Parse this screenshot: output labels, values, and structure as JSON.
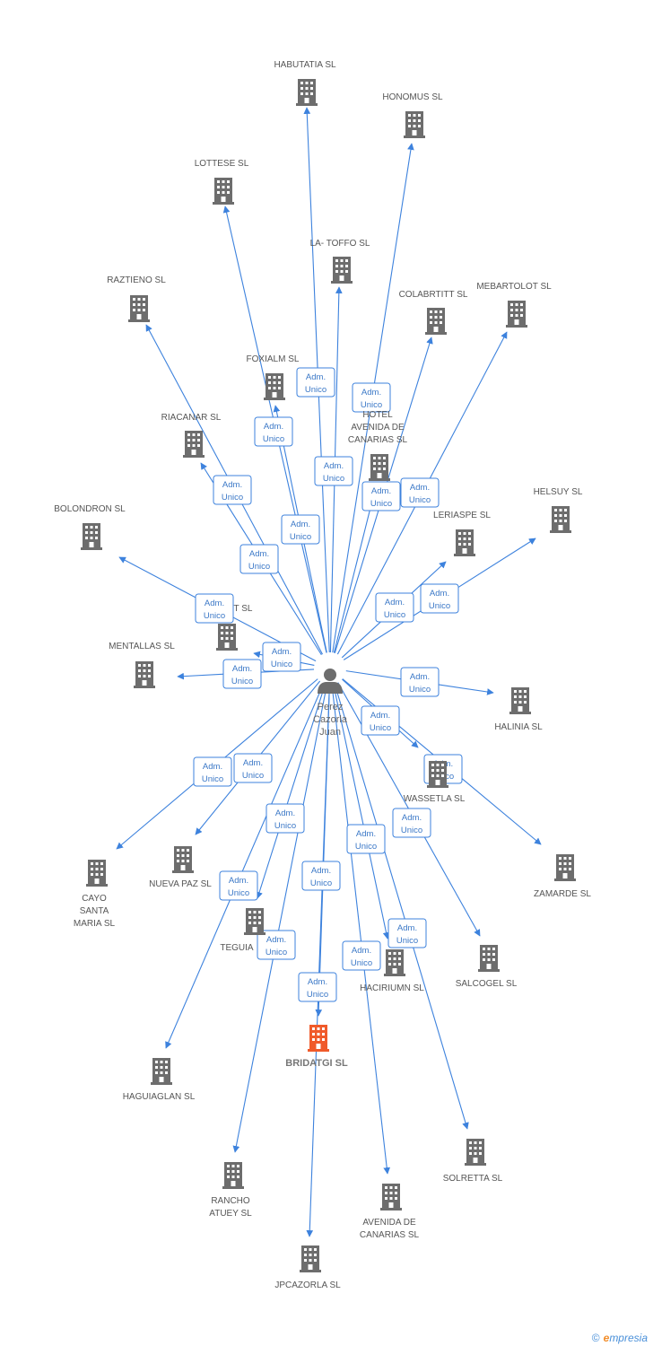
{
  "person": {
    "name_lines": [
      "Perez",
      "Cazorla",
      "Juan"
    ]
  },
  "role": [
    "Adm.",
    "Unico"
  ],
  "companies": [
    {
      "id": "habutatia",
      "lines": [
        "HABUTATIA SL"
      ]
    },
    {
      "id": "honomus",
      "lines": [
        "HONOMUS SL"
      ]
    },
    {
      "id": "lottese",
      "lines": [
        "LOTTESE SL"
      ]
    },
    {
      "id": "latoffo",
      "lines": [
        "LA- TOFFO SL"
      ]
    },
    {
      "id": "raztieno",
      "lines": [
        "RAZTIENO SL"
      ]
    },
    {
      "id": "colabrtitt",
      "lines": [
        "COLABRTITT SL"
      ]
    },
    {
      "id": "mebartolot",
      "lines": [
        "MEBARTOLOT SL"
      ]
    },
    {
      "id": "foxialm",
      "lines": [
        "FOXIALM SL"
      ]
    },
    {
      "id": "riacanar",
      "lines": [
        "RIACANAR SL"
      ]
    },
    {
      "id": "hotelavenida",
      "lines": [
        "HOTEL",
        "AVENIDA DE",
        "CANARIAS SL"
      ]
    },
    {
      "id": "helsuy",
      "lines": [
        "HELSUY SL"
      ]
    },
    {
      "id": "leriaspe",
      "lines": [
        "LERIASPE SL"
      ]
    },
    {
      "id": "bolondron",
      "lines": [
        "BOLONDRON SL"
      ]
    },
    {
      "id": "tsl",
      "lines": [
        "T SL"
      ]
    },
    {
      "id": "mentallas",
      "lines": [
        "MENTALLAS SL"
      ]
    },
    {
      "id": "halinia",
      "lines": [
        "HALINIA SL"
      ]
    },
    {
      "id": "wassetla",
      "lines": [
        "WASSETLA SL"
      ]
    },
    {
      "id": "zamarde",
      "lines": [
        "ZAMARDE SL"
      ]
    },
    {
      "id": "cayo",
      "lines": [
        "CAYO",
        "SANTA",
        "MARIA SL"
      ]
    },
    {
      "id": "nuevapaz",
      "lines": [
        "NUEVA PAZ SL"
      ]
    },
    {
      "id": "teguia",
      "lines": [
        "TEGUIA"
      ]
    },
    {
      "id": "haciriumn",
      "lines": [
        "HACIRIUMN SL"
      ]
    },
    {
      "id": "salcogel",
      "lines": [
        "SALCOGEL SL"
      ]
    },
    {
      "id": "bridatgi",
      "lines": [
        "BRIDATGI SL"
      ],
      "focus": true
    },
    {
      "id": "haguiaglan",
      "lines": [
        "HAGUIAGLAN SL"
      ]
    },
    {
      "id": "solretta",
      "lines": [
        "SOLRETTA SL"
      ]
    },
    {
      "id": "ranchoatuey",
      "lines": [
        "RANCHO",
        "ATUEY SL"
      ]
    },
    {
      "id": "avenidacanarias",
      "lines": [
        "AVENIDA DE",
        "CANARIAS SL"
      ]
    },
    {
      "id": "jpcazorla",
      "lines": [
        "JPCAZORLA SL"
      ]
    }
  ],
  "footer": {
    "copyright": "©",
    "brand_first": "e",
    "brand_rest": "mpresia"
  },
  "colors": {
    "edge": "#3d82dd",
    "building": "#6d6d6d",
    "focus_building": "#f05a2a",
    "person": "#6d6d6d"
  }
}
